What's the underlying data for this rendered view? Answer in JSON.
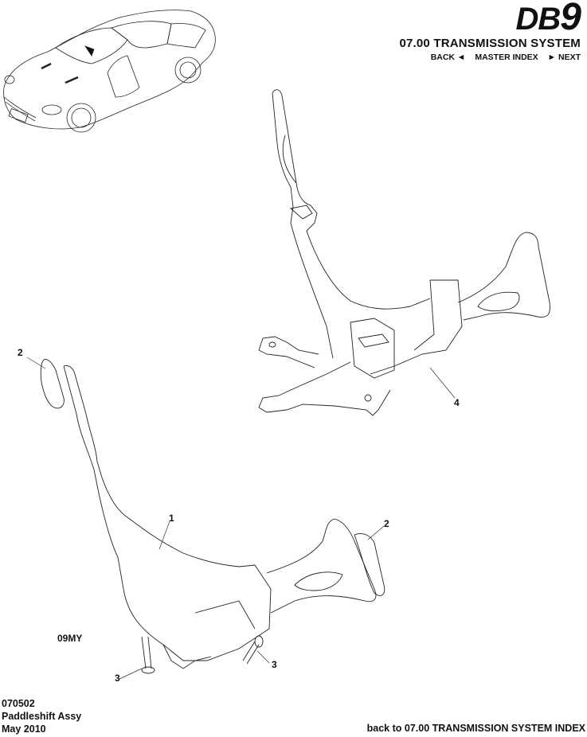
{
  "header": {
    "logo_text_db": "DB",
    "logo_text_nine": "9",
    "section_title": "07.00 TRANSMISSION SYSTEM",
    "nav": {
      "back": "BACK ◄",
      "master_index": "MASTER INDEX",
      "next": "► NEXT"
    }
  },
  "diagram": {
    "variant_label": "09MY",
    "callouts": [
      {
        "id": "1",
        "label": "1"
      },
      {
        "id": "2a",
        "label": "2"
      },
      {
        "id": "2b",
        "label": "2"
      },
      {
        "id": "3a",
        "label": "3"
      },
      {
        "id": "3b",
        "label": "3"
      },
      {
        "id": "4",
        "label": "4"
      }
    ]
  },
  "footer": {
    "part_number": "070502",
    "part_name": "Paddleshift Assy",
    "date": "May 2010",
    "back_link": "back to 07.00 TRANSMISSION SYSTEM INDEX"
  }
}
